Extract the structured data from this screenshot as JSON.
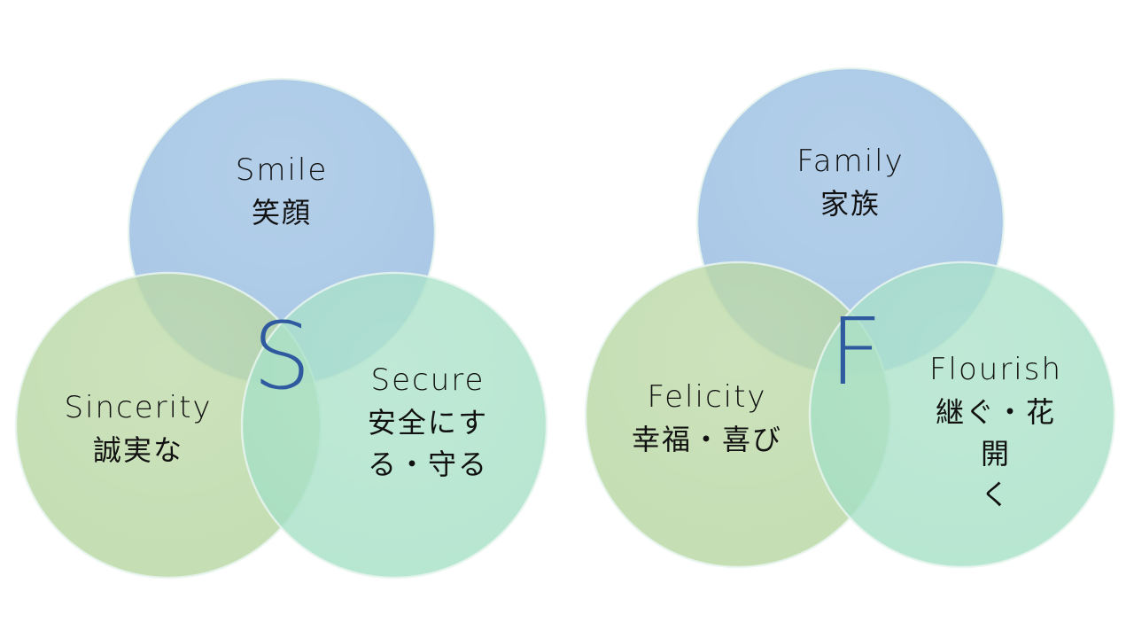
{
  "diagrams": [
    {
      "name": "S",
      "center_letter": "S",
      "circles": [
        {
          "role": "top",
          "en": "Smile",
          "jp": "笑顔",
          "color": "#a9c8e6"
        },
        {
          "role": "bottom-left",
          "en": "Sincerity",
          "jp": "誠実な",
          "color": "#b5d59e"
        },
        {
          "role": "bottom-right",
          "en": "Secure",
          "jp": "安全にする・守る",
          "jp_lines": [
            "安全にす",
            "る・守る"
          ],
          "color": "#a3dfc4"
        }
      ]
    },
    {
      "name": "F",
      "center_letter": "F",
      "circles": [
        {
          "role": "top",
          "en": "Family",
          "jp": "家族",
          "color": "#a9c8e6"
        },
        {
          "role": "bottom-left",
          "en": "Felicity",
          "jp": "幸福・喜び",
          "jp_lines": [
            "幸福・喜び"
          ],
          "color": "#b5d59e"
        },
        {
          "role": "bottom-right",
          "en": "Flourish",
          "jp": "継ぐ・花開く",
          "jp_lines": [
            "継ぐ・花開",
            "く"
          ],
          "color": "#a3dfc4"
        }
      ]
    }
  ],
  "colors": {
    "top_circle": "#a9c8e6",
    "left_circle": "#b5d59e",
    "right_circle": "#a3dfc4",
    "center_letter": "#2f5aa0",
    "text": "#111111"
  }
}
